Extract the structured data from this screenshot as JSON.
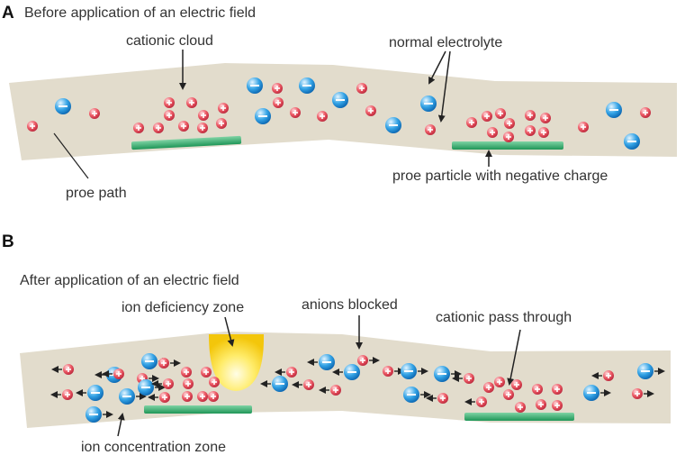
{
  "colors": {
    "path_fill": "#e2dccc",
    "cation_fill": "#e8505b",
    "anion_fill": "#2f9fe4",
    "negative_particle": "#2eb071",
    "deficiency_glow": "#ffd20a",
    "arrow": "#222222"
  },
  "panel_a": {
    "letter": "A",
    "title": "Before application of an electric field",
    "label_cationic_cloud": "cationic cloud",
    "label_normal_electrolyte": "normal electrolyte",
    "label_pore_path": "proe path",
    "label_pore_particle": "proe particle with negative charge"
  },
  "panel_b": {
    "letter": "B",
    "title": "After application of an electric field",
    "label_ion_deficiency": "ion deficiency zone",
    "label_anions_blocked": "anions blocked",
    "label_cationic_pass": "cationic pass through",
    "label_ion_concentration": "ion concentration zone"
  },
  "icons": {
    "cation": "plus-sign",
    "anion": "minus-sign"
  }
}
